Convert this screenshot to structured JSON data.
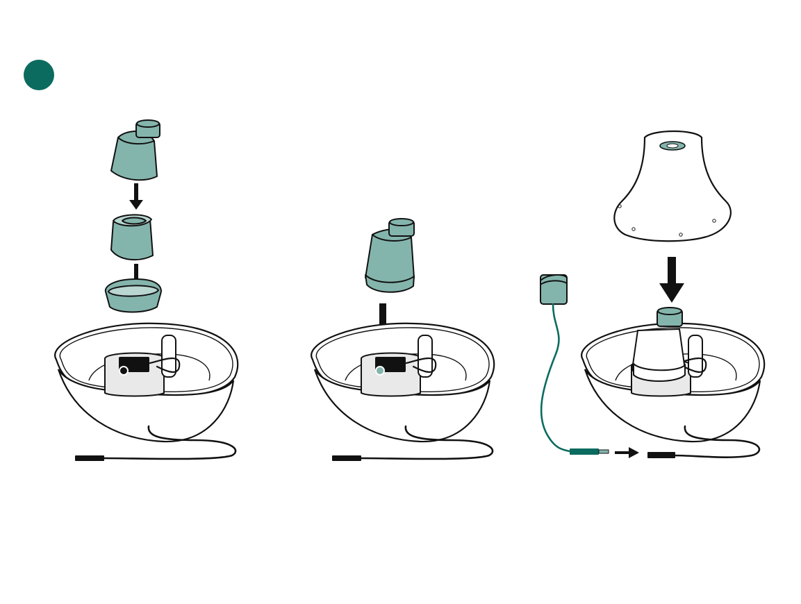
{
  "colors": {
    "accent": "#0b6b5f",
    "part_fill": "#84b5ad",
    "part_fill_light": "#b9d6d1",
    "ink": "#111111",
    "bowl": "#ffffff",
    "felt": "#e9e9e9"
  },
  "step": {
    "badge_label": ""
  },
  "panels": [
    {
      "name": "panel-1",
      "description_visible": false
    },
    {
      "name": "panel-2",
      "description_visible": false
    },
    {
      "name": "panel-3",
      "description_visible": false
    }
  ]
}
